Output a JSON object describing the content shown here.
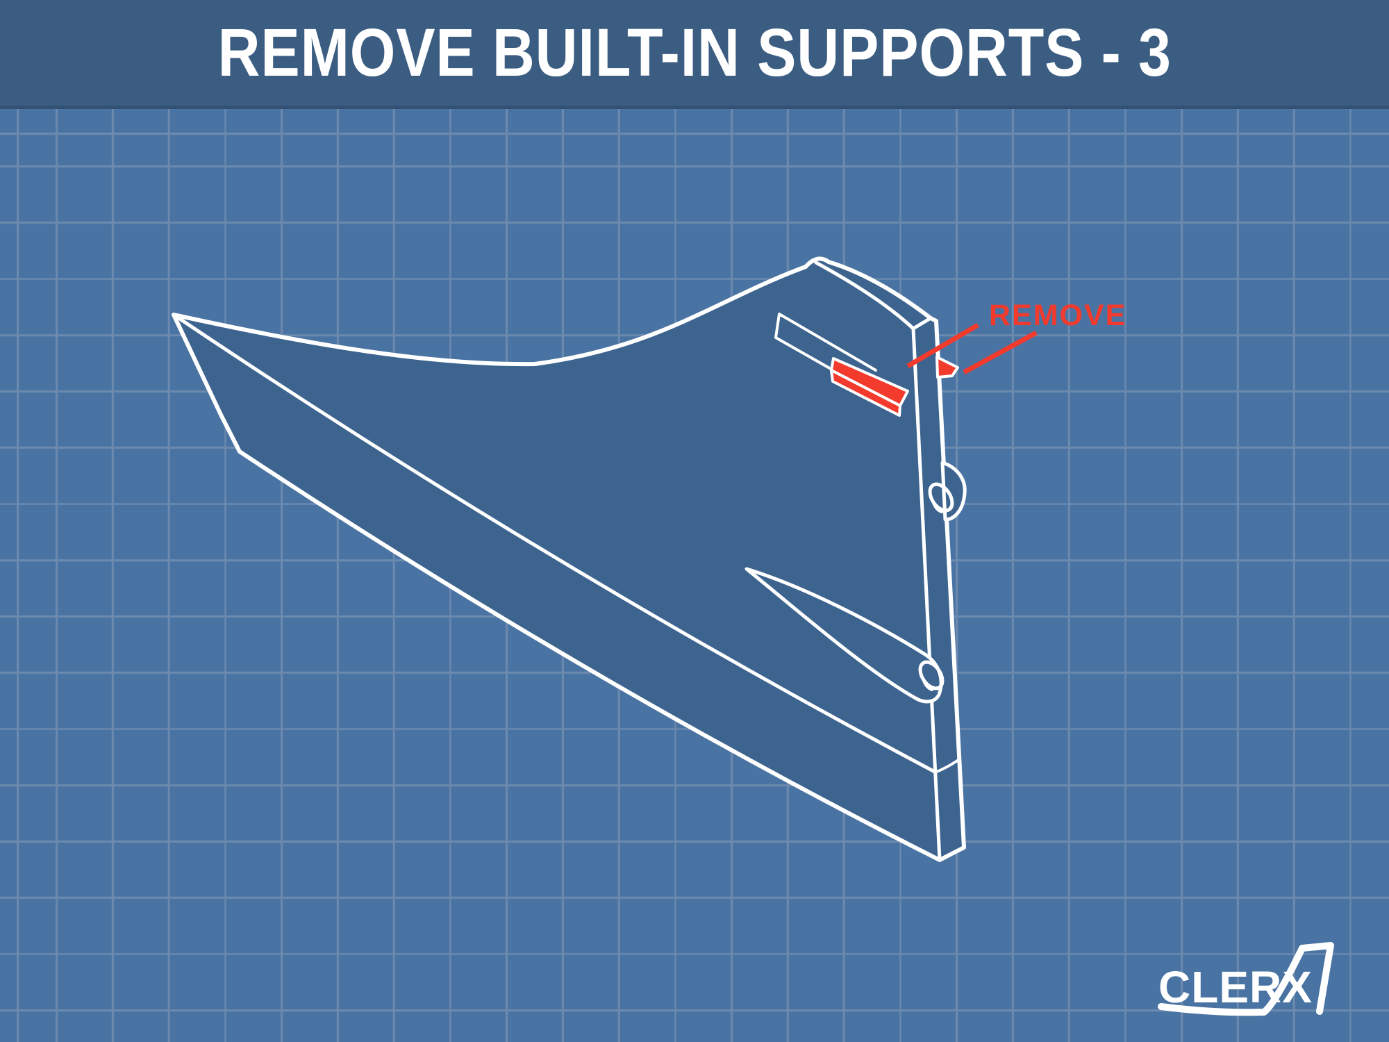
{
  "header": {
    "title": "REMOVE BUILT-IN SUPPORTS - 3"
  },
  "drawing": {
    "callout_label": "REMOVE"
  },
  "logo": {
    "wordmark": "CLERX"
  },
  "colors": {
    "header_bg": "#3C5D82",
    "canvas_bg": "#4973A2",
    "grid_line": "#6C89AE",
    "part_fill": "#3D648F",
    "outline_white": "#FFFFFF",
    "support_red": "#F23A2D"
  }
}
